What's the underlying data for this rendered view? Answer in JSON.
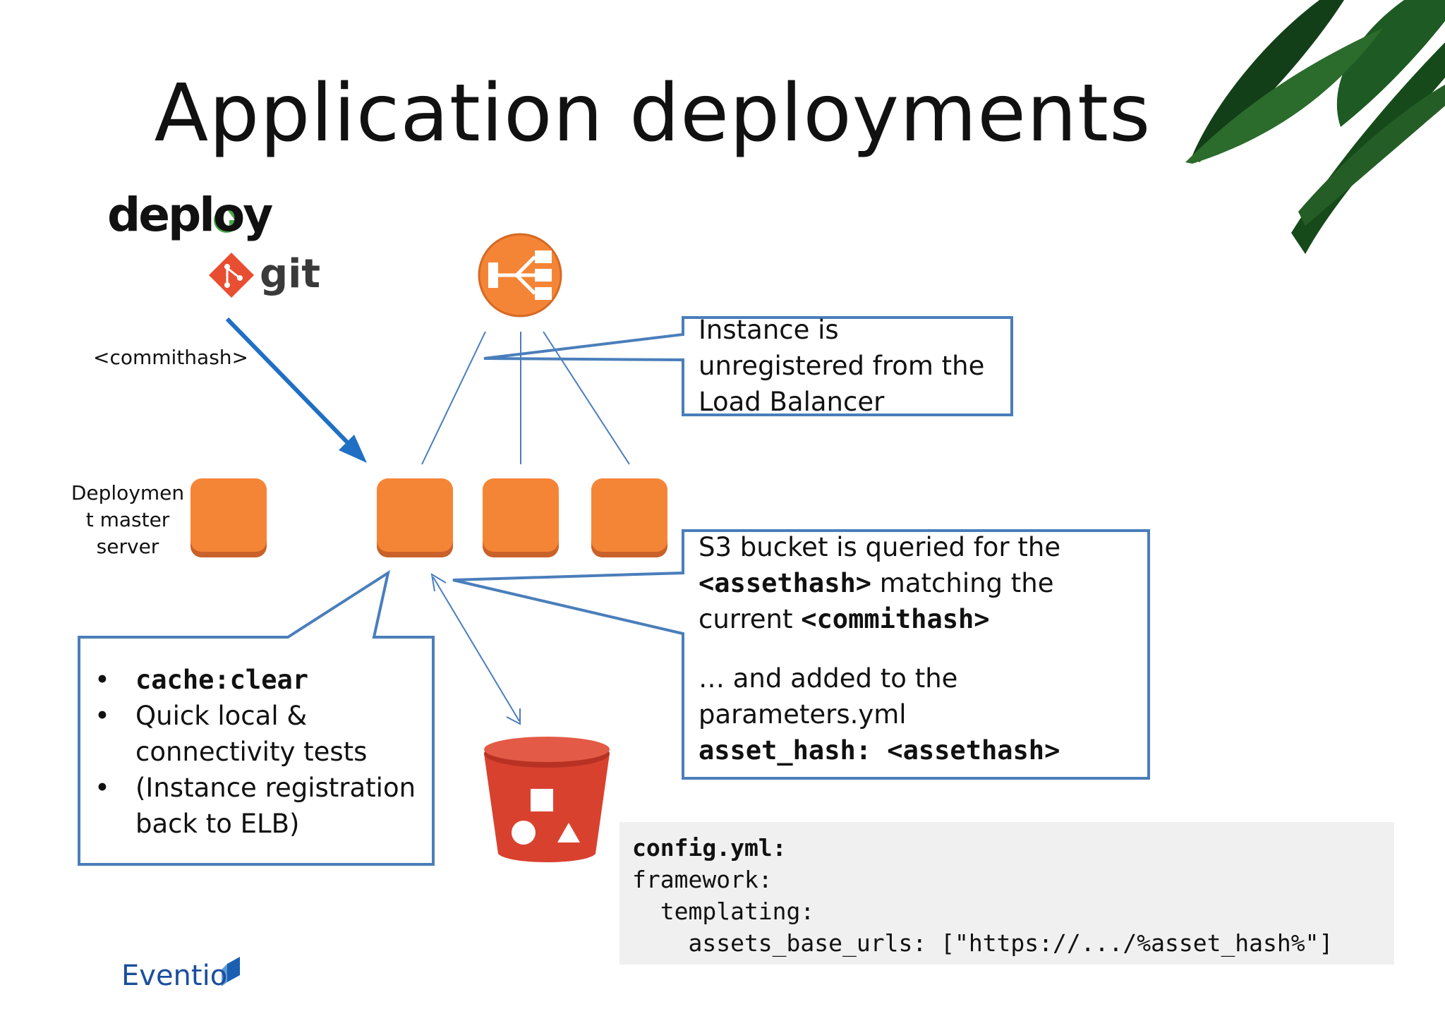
{
  "slide": {
    "title": "Application deployments"
  },
  "logos": {
    "deploy": "deploy",
    "git": "git",
    "eventio": "Eventio"
  },
  "labels": {
    "commithash": "<commithash>",
    "deployment_master_lines": [
      "Deploymen",
      "t master",
      "server"
    ]
  },
  "callouts": {
    "elb": {
      "lines": [
        "Instance is",
        "unregistered from the",
        "Load Balancer"
      ]
    },
    "s3": {
      "line1": "S3 bucket is queried for the",
      "line2_code": "<assethash>",
      "line2_text": " matching the",
      "line3_text": "current ",
      "line3_code": "<commithash>",
      "line4": "… and added to the",
      "line5": "parameters.yml",
      "line6_code": "asset_hash: <assethash>"
    },
    "tests": {
      "bullet": "•",
      "items": [
        {
          "code": "cache:clear"
        },
        {
          "lines": [
            "Quick local &",
            "connectivity tests"
          ]
        },
        {
          "lines": [
            "(Instance registration",
            "back to ELB)"
          ]
        }
      ]
    }
  },
  "config": {
    "lines": [
      "config.yml:",
      "framework:",
      "  templating:",
      "    assets_base_urls: [\"https://.../%asset_hash%\"]"
    ]
  },
  "colors": {
    "instance_orange": "#f58536",
    "callout_border": "#4a7ebb",
    "arrow_blue": "#1f6fc5",
    "s3_red": "#d9412f",
    "elb_orange": "#f58536",
    "leaf_green": "#1e5a23"
  }
}
